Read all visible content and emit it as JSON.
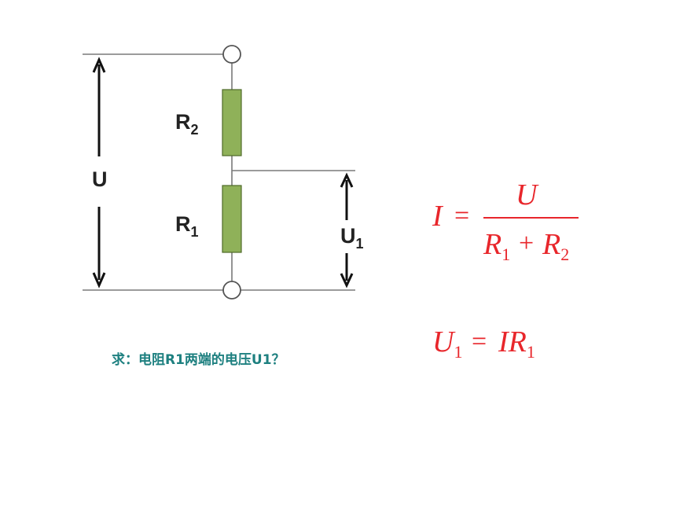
{
  "circuit": {
    "r2_label": "R",
    "r2_sub": "2",
    "r1_label": "R",
    "r1_sub": "1",
    "u_label": "U",
    "u1_label": "U",
    "u1_sub": "1",
    "resistor_color": "#8fb159",
    "wire_color": "#7a7a7a"
  },
  "formula1": {
    "lhs": "I",
    "equals": "=",
    "numerator": "U",
    "den_r1": "R",
    "den_r1_sub": "1",
    "plus": "+",
    "den_r2": "R",
    "den_r2_sub": "2"
  },
  "formula2": {
    "u": "U",
    "u_sub": "1",
    "equals": "=",
    "rhs": "IR",
    "rhs_sub": "1"
  },
  "question": "求：电阻R1两端的电压U1？",
  "colors": {
    "formula": "#e8262b",
    "question": "#1e8080"
  }
}
